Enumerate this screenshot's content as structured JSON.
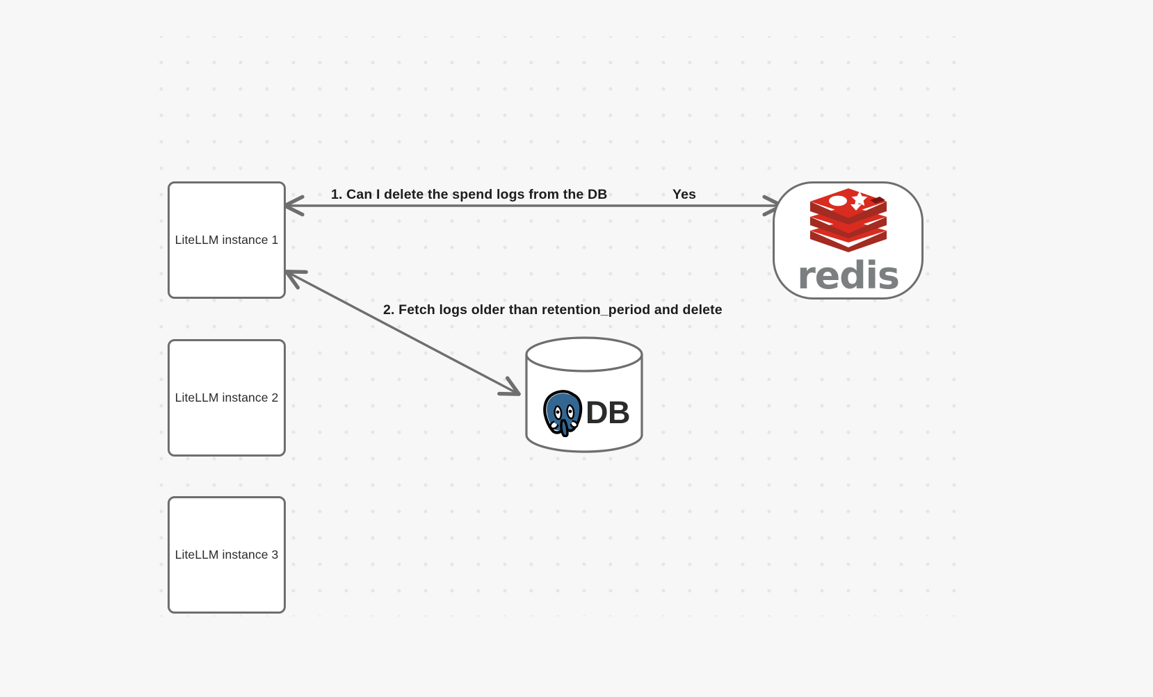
{
  "diagram": {
    "background_color": "#f7f7f7",
    "grid_dot_color": "#e6e6e6",
    "stroke_color": "#6e6e6e",
    "nodes": [
      {
        "id": "litellm-1",
        "label": "LiteLLM instance 1",
        "type": "box"
      },
      {
        "id": "litellm-2",
        "label": "LiteLLM instance 2",
        "type": "box"
      },
      {
        "id": "litellm-3",
        "label": "LiteLLM instance 3",
        "type": "box"
      },
      {
        "id": "redis",
        "label": "redis",
        "type": "rounded",
        "logo": "redis-logo",
        "logo_color": "#d92b20"
      },
      {
        "id": "database",
        "label": "DB",
        "type": "cylinder",
        "logo": "postgresql-elephant-logo",
        "logo_color": "#336791"
      }
    ],
    "edges": [
      {
        "id": "edge-1",
        "from": "litellm-1",
        "to": "redis",
        "label": "1.  Can I delete the spend logs from the DB",
        "reply_label": "Yes",
        "arrow": "both"
      },
      {
        "id": "edge-2",
        "from": "litellm-1",
        "to": "database",
        "label": "2.  Fetch logs older than retention_period and delete",
        "arrow": "both"
      }
    ]
  }
}
